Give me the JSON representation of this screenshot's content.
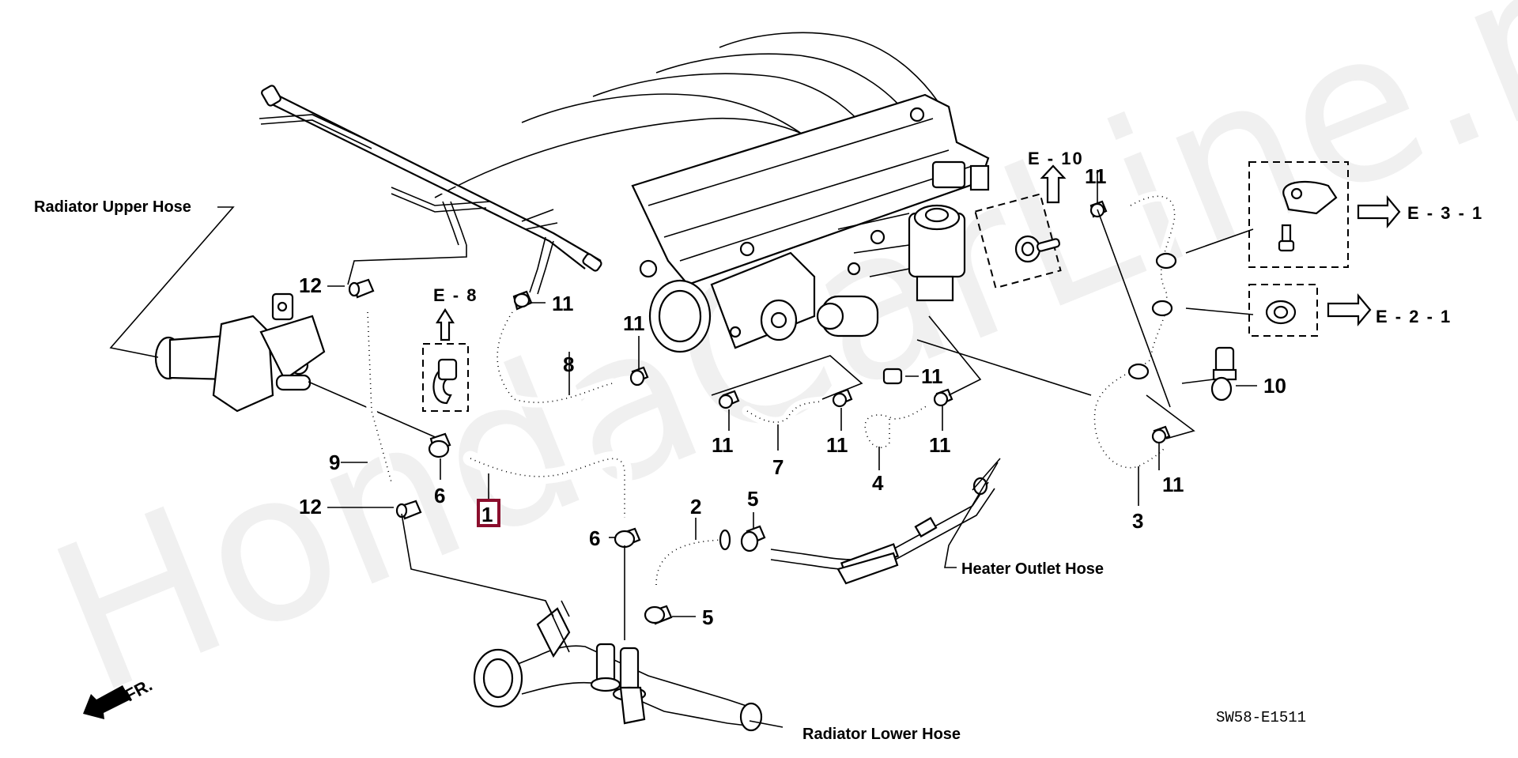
{
  "diagram": {
    "title": "Water Hose (Engine Cooling) Parts Diagram",
    "watermark": "HondaCarLine.ru",
    "diagram_code": "SW58-E1511",
    "front_indicator": "FR.",
    "highlight_color": "#8b0e2d",
    "highlighted_part": "1",
    "external_labels": {
      "radiator_upper_hose": "Radiator Upper Hose",
      "radiator_lower_hose": "Radiator Lower Hose",
      "heater_outlet_hose": "Heater Outlet Hose"
    },
    "references": {
      "e8": "E - 8",
      "e10": "E - 10",
      "e31": "E - 3 - 1",
      "e21": "E - 2 - 1"
    },
    "callouts": [
      {
        "id": "c1",
        "text": "1",
        "part": "hose-1"
      },
      {
        "id": "c2",
        "text": "2",
        "part": "hose-2"
      },
      {
        "id": "c3",
        "text": "3",
        "part": "hose-3"
      },
      {
        "id": "c4",
        "text": "4",
        "part": "hose-4"
      },
      {
        "id": "c5a",
        "text": "5",
        "part": "clamp-5"
      },
      {
        "id": "c5b",
        "text": "5",
        "part": "clamp-5"
      },
      {
        "id": "c6a",
        "text": "6",
        "part": "clamp-6"
      },
      {
        "id": "c6b",
        "text": "6",
        "part": "clamp-6"
      },
      {
        "id": "c7",
        "text": "7",
        "part": "hose-7"
      },
      {
        "id": "c8",
        "text": "8",
        "part": "hose-8"
      },
      {
        "id": "c9",
        "text": "9",
        "part": "hose-9"
      },
      {
        "id": "c10",
        "text": "10",
        "part": "clip-10"
      },
      {
        "id": "c11a",
        "text": "11",
        "part": "clamp-11"
      },
      {
        "id": "c11b",
        "text": "11",
        "part": "clamp-11"
      },
      {
        "id": "c11c",
        "text": "11",
        "part": "clamp-11"
      },
      {
        "id": "c11d",
        "text": "11",
        "part": "clamp-11"
      },
      {
        "id": "c11e",
        "text": "11",
        "part": "clamp-11"
      },
      {
        "id": "c11f",
        "text": "11",
        "part": "clamp-11"
      },
      {
        "id": "c11g",
        "text": "11",
        "part": "clamp-11"
      },
      {
        "id": "c11h",
        "text": "11",
        "part": "clamp-11"
      },
      {
        "id": "c12a",
        "text": "12",
        "part": "clamp-12"
      },
      {
        "id": "c12b",
        "text": "12",
        "part": "clamp-12"
      }
    ]
  }
}
